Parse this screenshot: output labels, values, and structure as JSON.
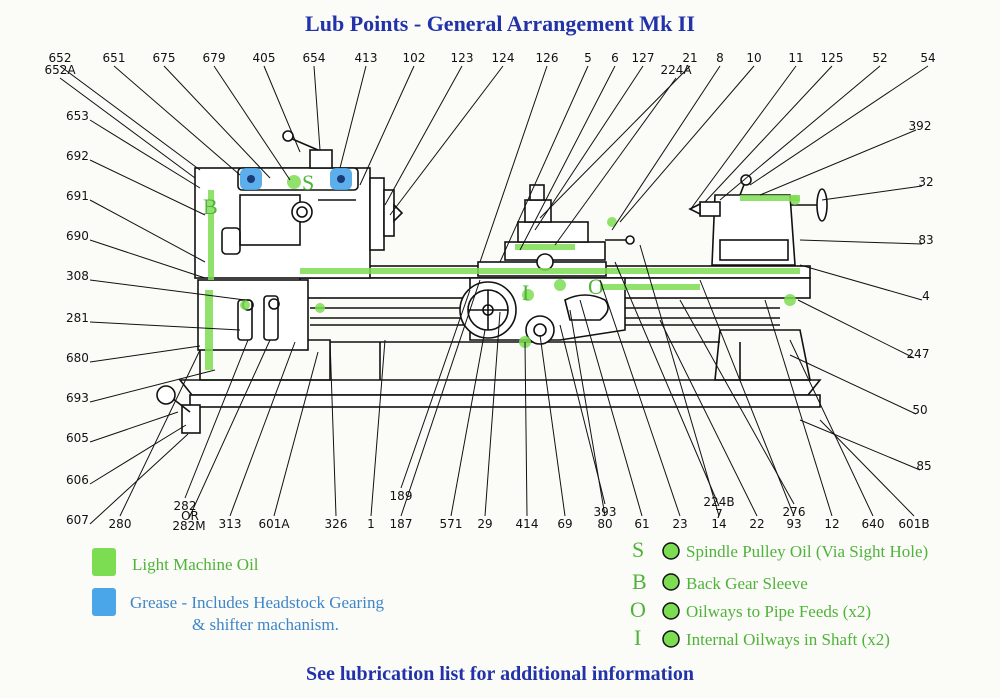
{
  "title": "Lub Points - General Arrangement Mk II",
  "footer": "See lubrication list for additional information",
  "colors": {
    "light_oil": "#7ddd52",
    "grease": "#4aa6e8",
    "text_blue": "#2233aa",
    "text_green": "#4fb33a"
  },
  "top_labels": [
    "652",
    "652A",
    "651",
    "675",
    "679",
    "405",
    "654",
    "413",
    "102",
    "123",
    "124",
    "126",
    "5",
    "6",
    "127",
    "21",
    "224A",
    "8",
    "10",
    "11",
    "125",
    "52",
    "54"
  ],
  "left_labels": [
    "653",
    "692",
    "691",
    "690",
    "308",
    "281",
    "680",
    "693",
    "605",
    "606",
    "607"
  ],
  "right_labels": [
    "392",
    "32",
    "83",
    "4",
    "247",
    "50",
    "85"
  ],
  "bottom_labels": [
    "280",
    "282",
    "OR",
    "282M",
    "313",
    "601A",
    "326",
    "1",
    "189",
    "187",
    "571",
    "29",
    "414",
    "69",
    "393",
    "80",
    "61",
    "23",
    "224B",
    "7",
    "14",
    "22",
    "276",
    "93",
    "12",
    "640",
    "601B"
  ],
  "machine_letters": {
    "s": "S",
    "b": "B",
    "i": "I",
    "o": "O"
  },
  "legend": {
    "light_oil": "Light Machine Oil",
    "grease_line1": "Grease - Includes Headstock Gearing",
    "grease_line2": "& shifter machanism.",
    "points": [
      {
        "letter": "S",
        "text": "Spindle Pulley Oil (Via Sight Hole)"
      },
      {
        "letter": "B",
        "text": "Back Gear Sleeve"
      },
      {
        "letter": "O",
        "text": "Oilways to Pipe Feeds (x2)"
      },
      {
        "letter": "I",
        "text": "Internal Oilways in Shaft (x2)"
      }
    ]
  }
}
